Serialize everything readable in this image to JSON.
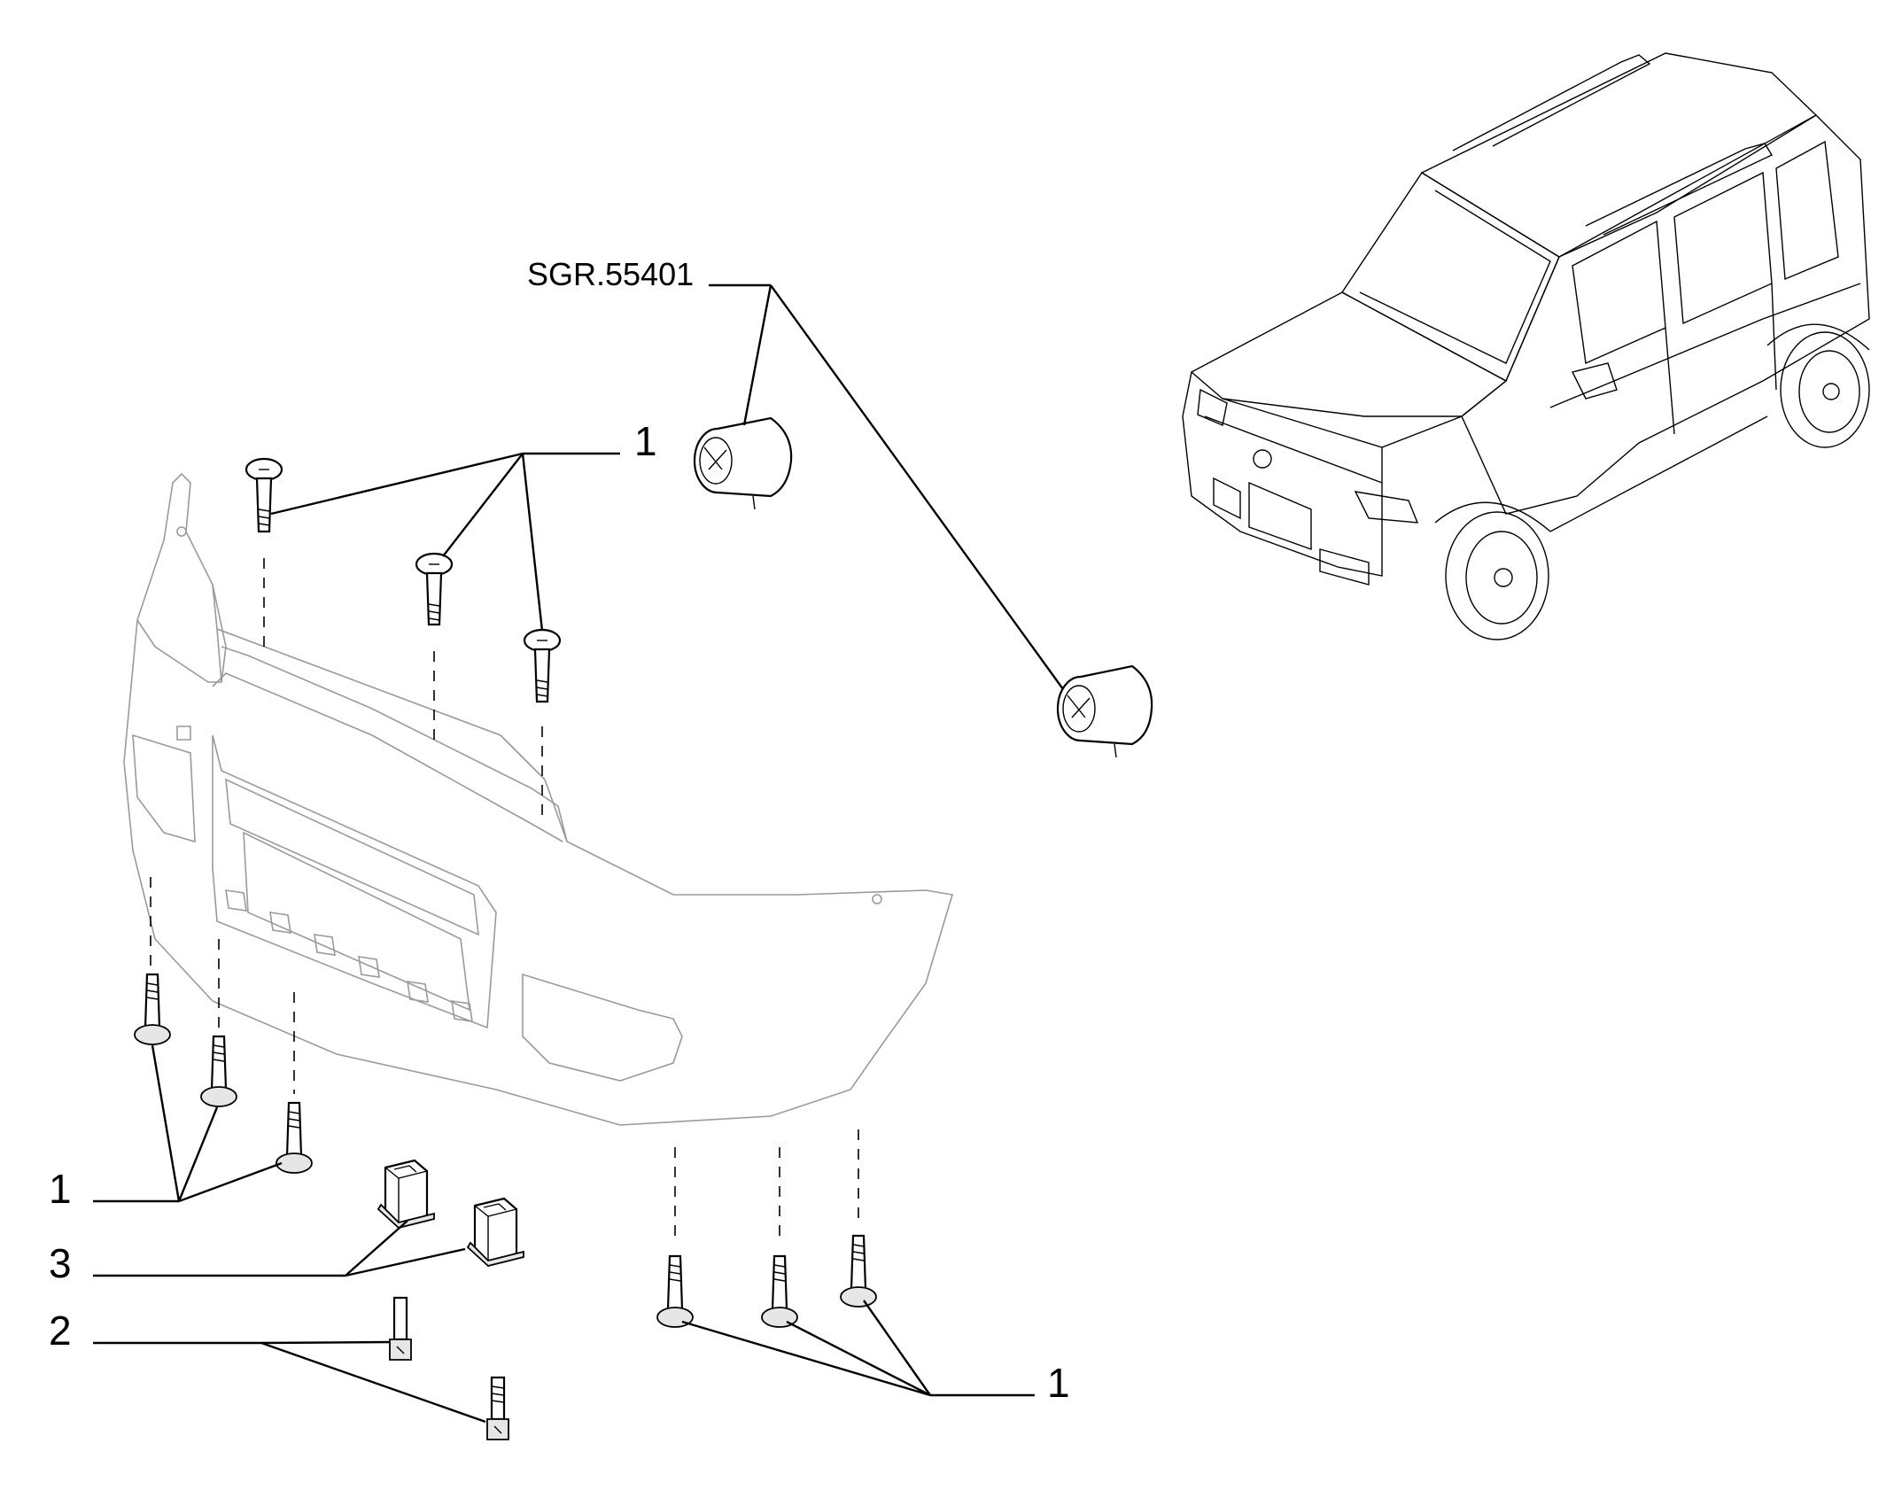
{
  "diagram": {
    "reference_code": "SGR.55401",
    "callouts": {
      "top_bolts": "1",
      "left_bolts": "1",
      "clip_nuts": "3",
      "screws": "2",
      "bottom_bolts": "1"
    },
    "icons": [
      "bumper-diagram",
      "car-illustration",
      "fog-lamp",
      "bolt",
      "clip-nut",
      "screw"
    ]
  }
}
